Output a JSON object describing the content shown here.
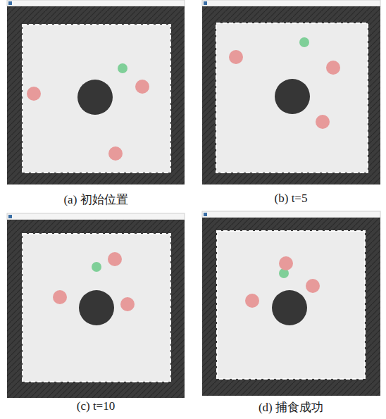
{
  "diagram": {
    "labels": [
      "(a) 初始位置",
      "(b) t=5",
      "(c) t=10",
      "(d) 捕食成功"
    ]
  }
}
